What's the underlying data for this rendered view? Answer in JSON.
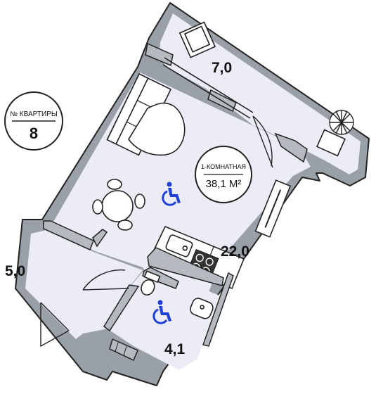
{
  "apartment": {
    "number_label": "№ КВАРТИРЫ",
    "number": "8",
    "type_label": "1-КОМНАТНАЯ",
    "total_area": "38,1 М²"
  },
  "rooms": {
    "balcony_area": "7,0",
    "living_area": "22,0",
    "hall_area": "5,0",
    "bathroom_area": "4,1"
  },
  "icons": [
    "wheelchair-accessible-icon",
    "wheelchair-accessible-icon"
  ],
  "colors": {
    "floor": "#ececf6",
    "walls": "#9aa0a8",
    "accessibility": "#1f3fd6"
  }
}
